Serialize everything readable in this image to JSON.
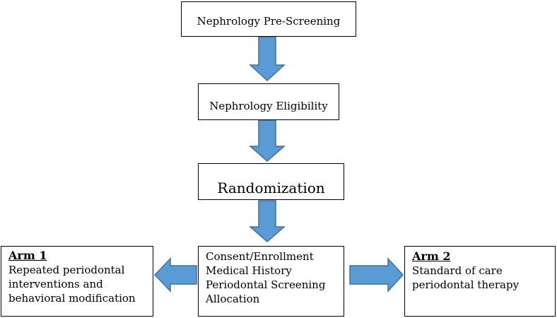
{
  "boxes": {
    "prescreen": {
      "label": "Nephrology Pre-Screening"
    },
    "eligibility": {
      "label": "Nephrology Eligibility"
    },
    "randomization": {
      "label": "Randomization"
    },
    "enrollment": {
      "lines": [
        "Consent/Enrollment",
        "Medical History",
        "Periodontal Screening",
        "Allocation"
      ]
    },
    "arm1": {
      "title": "Arm 1",
      "lines": [
        "Repeated periodontal",
        "interventions and",
        "behavioral modification"
      ]
    },
    "arm2": {
      "title": "Arm 2",
      "lines": [
        "Standard of care",
        "periodontal therapy"
      ]
    }
  },
  "colors": {
    "arrow_fill": "#5B9BD5",
    "arrow_stroke": "#41719C",
    "box_border": "#000000"
  }
}
